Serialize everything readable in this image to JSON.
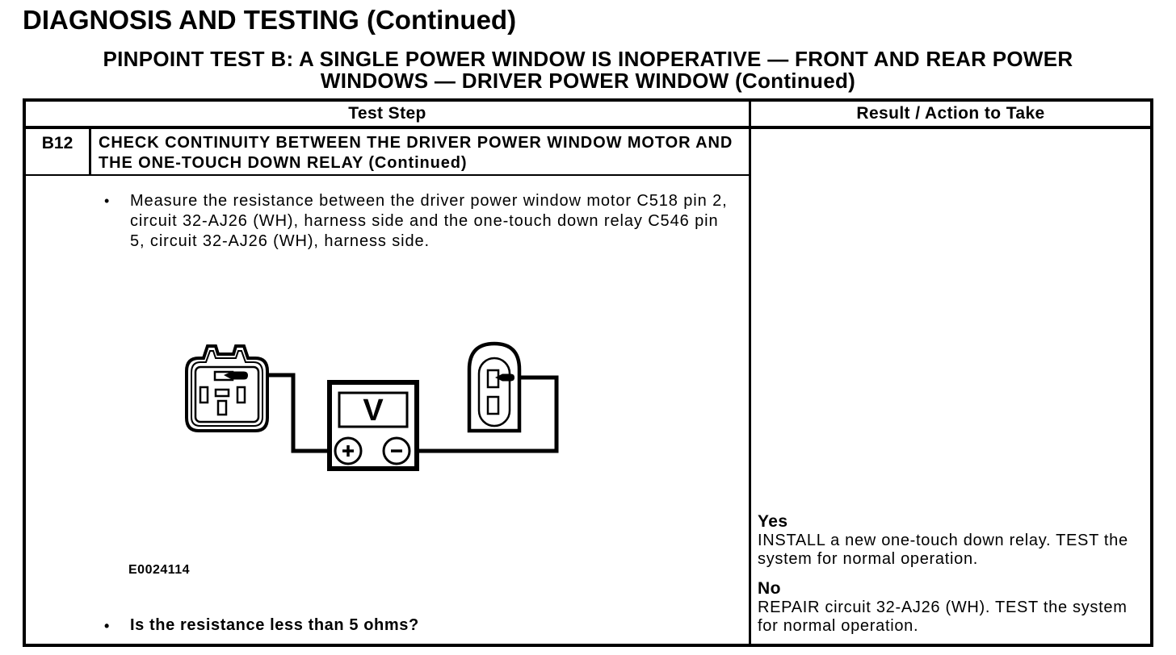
{
  "page": {
    "title": "DIAGNOSIS AND TESTING (Continued)",
    "subtitle_line1": "PINPOINT TEST B: A SINGLE POWER WINDOW IS INOPERATIVE — FRONT AND REAR POWER",
    "subtitle_line2": "WINDOWS — DRIVER POWER WINDOW (Continued)"
  },
  "table": {
    "bullet": "•",
    "headers": [
      "Test Step",
      "Result / Action to Take"
    ],
    "step": {
      "id": "B12",
      "title": "CHECK CONTINUITY BETWEEN THE DRIVER POWER WINDOW MOTOR AND THE ONE-TOUCH DOWN RELAY (Continued)",
      "instruction": "Measure the resistance between the driver power window motor C518 pin 2, circuit 32-AJ26 (WH), harness side and the one-touch down relay C546 pin 5, circuit 32-AJ26 (WH), harness side.",
      "figure_id": "E0024114",
      "question": "Is the resistance less than 5 ohms?",
      "results": [
        {
          "answer": "Yes",
          "action": "INSTALL a new one-touch down relay. TEST the system for normal operation."
        },
        {
          "answer": "No",
          "action": "REPAIR circuit 32-AJ26 (WH). TEST the system for normal operation."
        }
      ]
    }
  },
  "diagram": {
    "meter_label": "V"
  }
}
